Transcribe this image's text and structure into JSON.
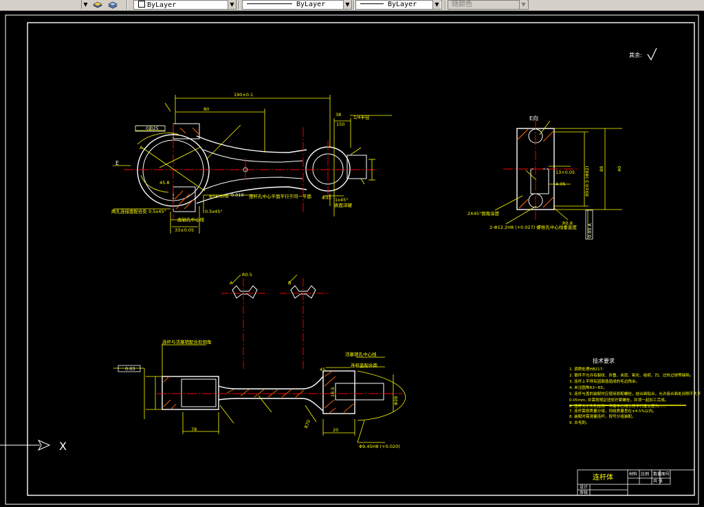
{
  "toolbar": {
    "layer_color": "ByLayer",
    "linetype": "ByLayer",
    "lineweight": "ByLayer",
    "plot_style": "随颜色",
    "icons": [
      "layer-states-icon",
      "layer-previous-icon"
    ]
  },
  "drawing": {
    "roughness_note": "其余:",
    "top_view": {
      "dim_length": "190±0.1",
      "dim_80": "80",
      "dim_150": "150",
      "dim_38": "38",
      "parallel_tol": "0.025",
      "angle_label": "A",
      "section_e": "E",
      "bore_small": "Φ55.5H6",
      "bore_small_tol": "0.019",
      "bore_large": "Φ33",
      "chamfer_1": "1x45°",
      "chamfer_2": "0.5x45°",
      "dim_33": "33±0.05",
      "dim_45_80": "45.8",
      "note_a": "两孔连接面配合处  0.5x45°",
      "note_b": "曲轴孔中心线",
      "note_c": "连杆孔中心平面平行于同一平面",
      "note_d": "1/4半径",
      "note_e": "表面淬硬"
    },
    "side_view": {
      "view_label": "E向",
      "dim_88": "88",
      "dim_40": "40",
      "dim_18": "13+0.05",
      "dim_4": "4.05",
      "dim_r": "R0.8",
      "note_chamfer": "2X45°倒角深度",
      "note_bolt": "2-Φ12.2H8 (+0.027) 螺栓孔中心线垂直度",
      "dim_vert": "80±0.5 (Φ82)",
      "tol_box": "0.05 A"
    },
    "sections": {
      "label_a": "A",
      "label_b": "B",
      "label_r": "R0.5"
    },
    "front_view": {
      "perp_tol": "0.03",
      "note_top": "连杆与活塞销配合处倒角",
      "dim_78": "78",
      "dim_45": "45",
      "dim_20": "20",
      "dim_18": "18.5",
      "dim_phi": "Φ28",
      "dim_r70": "R70",
      "dim_bore": "Φ9.45H8 (+0.020)",
      "note_right": "活塞销孔中心线",
      "note_right2": "连杆盖配合面"
    },
    "tech_req": {
      "title": "技术要求",
      "items": [
        "1. 调质处理HB217-",
        "2. 锻件不允许有裂纹、折叠、夹层、氧化、结疤、凹、过热过烧等缺陷。",
        "3. 连杆上不得有因锻造造成的毛边残余。",
        "4. 未注圆角R3~R5。",
        "5. 连杆与盖的装配时应使用原配螺栓，结合面贴合，允许接合面处间隙不大于",
        "   0.05mm, 并需按规定扭矩拧紧螺栓，并须一起加工完成。",
        "6. 连杆大小头孔在同一平面中心线上的平行度公差为......",
        "",
        "7. 连杆需按质量分组，同组质量差在±4.5%以内。",
        "8. 装配时需测量连杆，按号分组装配。",
        "9. 去毛刺。"
      ]
    },
    "title_block": {
      "part_name": "连杆体",
      "h1": "材料",
      "h2": "比例",
      "h3": "数量",
      "h4": "图号",
      "r1": "设计",
      "r2": "审核",
      "c1": "共 张",
      "c2": "第 张"
    },
    "ucs_x": "X"
  }
}
